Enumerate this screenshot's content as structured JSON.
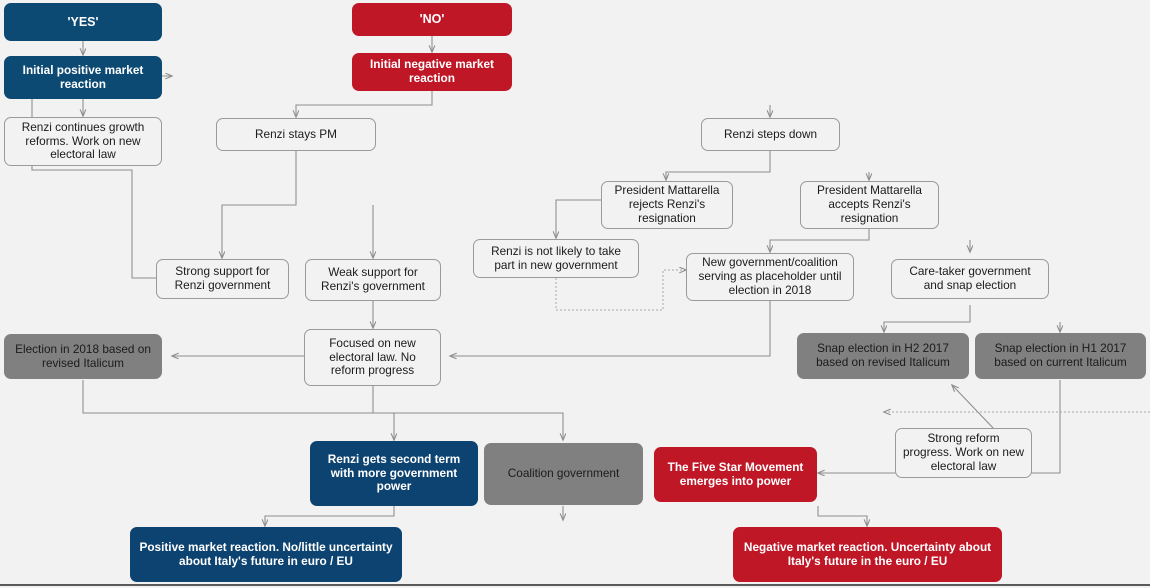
{
  "meta": {
    "title": "Italy referendum outcome scenario flowchart",
    "background_color": "#f2f2f2",
    "palette": {
      "blue": "#0d4a73",
      "red": "#c01727",
      "gray": "#808080",
      "white_box_border": "#9a9a9a",
      "edge": "#8f8f8f",
      "text_dark": "#1b1b1b",
      "text_light": "#ffffff"
    }
  },
  "nodes": {
    "yes": "'YES'",
    "no": "'NO'",
    "initial_positive": "Initial positive market reaction",
    "initial_negative": "Initial negative market reaction",
    "renzi_continues": "Renzi continues growth reforms. Work on new electoral law",
    "renzi_stays_pm": "Renzi stays PM",
    "renzi_steps_down": "Renzi steps down",
    "mattarella_rejects": "President Mattarella rejects Renzi's resignation",
    "mattarella_accepts": "President Mattarella accepts Renzi's resignation",
    "renzi_not_likely": "Renzi is not likely to take part in new government",
    "new_government": "New government/coalition serving as placeholder until election in 2018",
    "caretaker": "Care-taker government and snap election",
    "strong_support": "Strong support for Renzi government",
    "weak_support": "Weak support for Renzi's government",
    "election_2018": "Election in 2018 based on revised Italicum",
    "focused_new_law": "Focused on new electoral law. No reform progress",
    "snap_h2_2017": "Snap election in H2 2017 based on revised Italicum",
    "snap_h1_2017": "Snap election in H1 2017 based on current Italicum",
    "strong_reform": "Strong reform progress. Work on new electoral law",
    "renzi_second_term": "Renzi gets second term with more government power",
    "coalition_government": "Coalition government",
    "five_star": "The Five Star Movement emerges into power",
    "positive_market": "Positive market reaction. No/little uncertainty about Italy's future in euro / EU",
    "negative_market": "Negative market reaction. Uncertainty about Italy's future in the euro / EU"
  }
}
